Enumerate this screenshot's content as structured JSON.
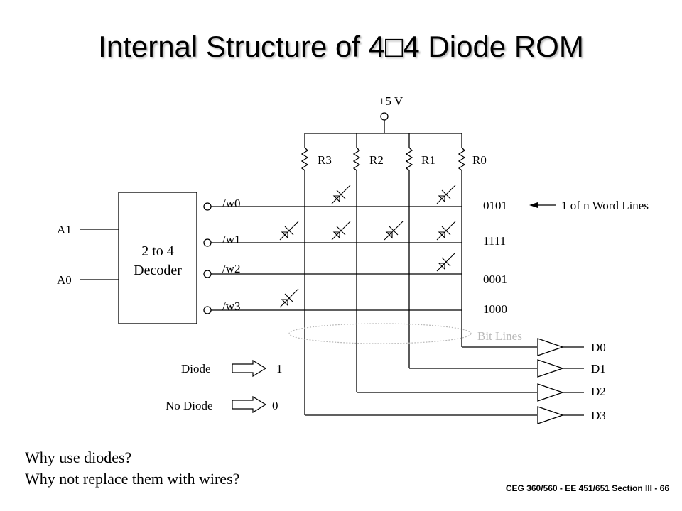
{
  "title": "Internal Structure of 4□4 Diode ROM",
  "supply_label": "+5 V",
  "resistors": [
    "R3",
    "R2",
    "R1",
    "R0"
  ],
  "decoder": {
    "line1": "2 to 4",
    "line2": "Decoder"
  },
  "address_inputs": [
    "A1",
    "A0"
  ],
  "word_lines": [
    "/w0",
    "/w1",
    "/w2",
    "/w3"
  ],
  "word_values": [
    "0101",
    "1111",
    "0001",
    "1000"
  ],
  "word_line_annotation": "1 of n Word  Lines",
  "bit_lines_label": "Bit Lines",
  "outputs": [
    "D0",
    "D1",
    "D2",
    "D3"
  ],
  "legend": {
    "diode_label": "Diode",
    "diode_value": "1",
    "no_diode_label": "No Diode",
    "no_diode_value": "0"
  },
  "questions": [
    "Why use diodes?",
    "Why not replace them with wires?"
  ],
  "footer": "CEG 360/560 - EE 451/651   Section III - 66"
}
